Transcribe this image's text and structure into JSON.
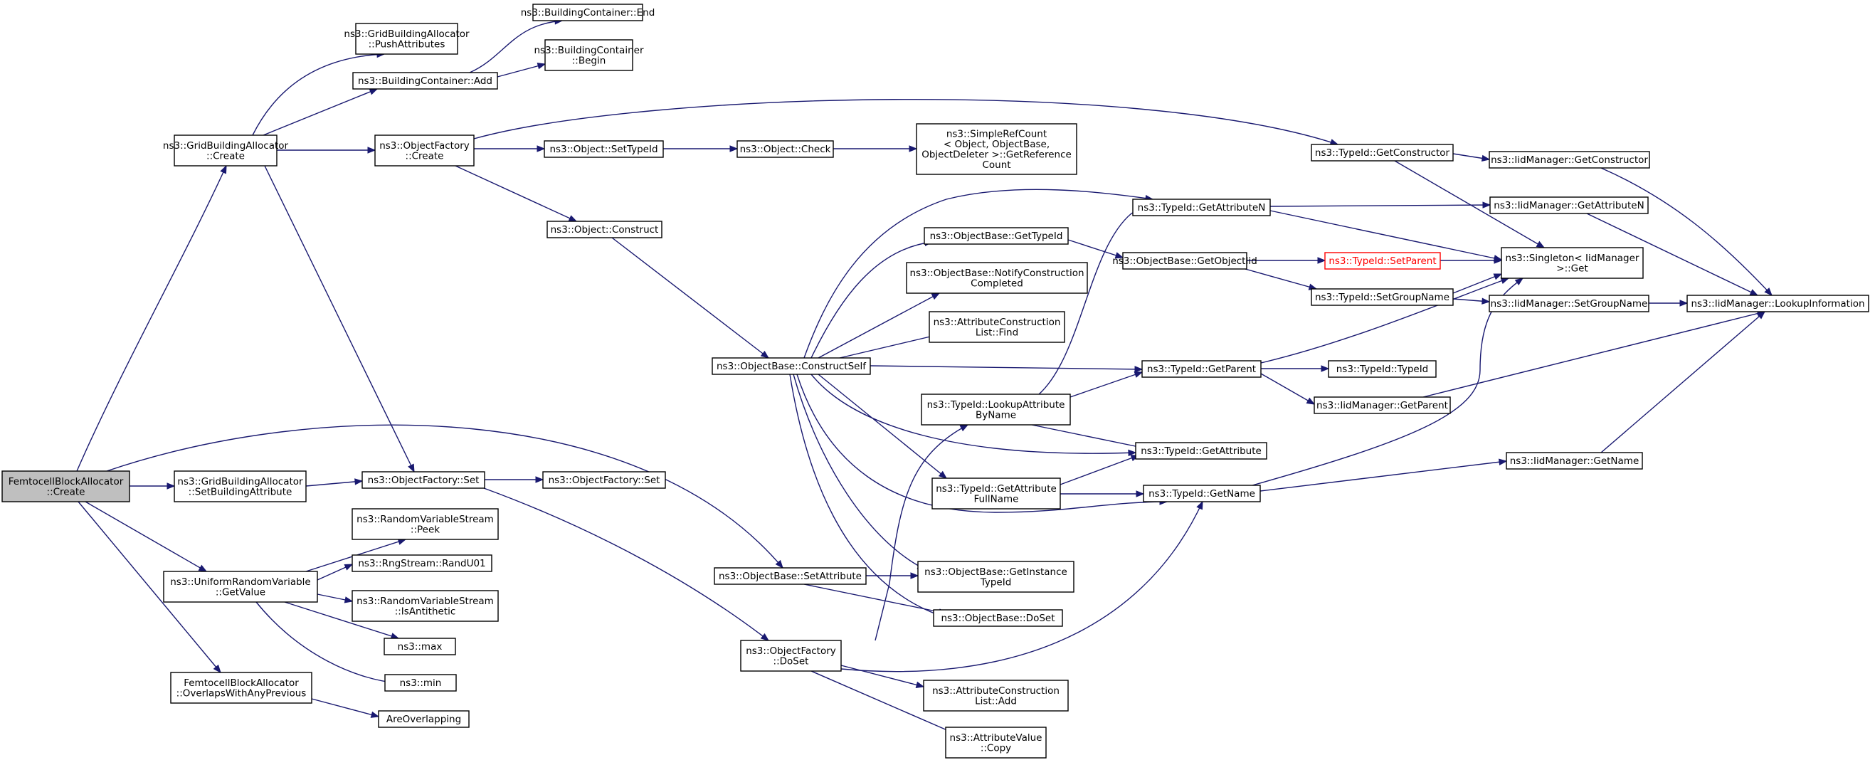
{
  "diagram": {
    "title": "",
    "colors": {
      "edge": "#191970",
      "node_border": "#000000",
      "root_fill": "#bfbfbf",
      "warning": "#ff0000",
      "background": "#ffffff"
    },
    "nodes": [
      {
        "id": "root",
        "lines": [
          "FemtocellBlockAllocator",
          "::Create"
        ],
        "style": "root"
      },
      {
        "id": "gba_create",
        "lines": [
          "ns3::GridBuildingAllocator",
          "::Create"
        ]
      },
      {
        "id": "gba_push",
        "lines": [
          "ns3::GridBuildingAllocator",
          "::PushAttributes"
        ]
      },
      {
        "id": "bc_add",
        "lines": [
          "ns3::BuildingContainer::Add"
        ]
      },
      {
        "id": "bc_end",
        "lines": [
          "ns3::BuildingContainer::End"
        ]
      },
      {
        "id": "bc_begin",
        "lines": [
          "ns3::BuildingContainer",
          "::Begin"
        ]
      },
      {
        "id": "of_create",
        "lines": [
          "ns3::ObjectFactory",
          "::Create"
        ]
      },
      {
        "id": "obj_settid",
        "lines": [
          "ns3::Object::SetTypeId"
        ]
      },
      {
        "id": "obj_check",
        "lines": [
          "ns3::Object::Check"
        ]
      },
      {
        "id": "srefc",
        "lines": [
          "ns3::SimpleRefCount",
          "< Object, ObjectBase,",
          "ObjectDeleter >::GetReference",
          "Count"
        ]
      },
      {
        "id": "obj_construct",
        "lines": [
          "ns3::Object::Construct"
        ]
      },
      {
        "id": "gba_setbattr",
        "lines": [
          "ns3::GridBuildingAllocator",
          "::SetBuildingAttribute"
        ]
      },
      {
        "id": "of_set",
        "lines": [
          "ns3::ObjectFactory::Set"
        ]
      },
      {
        "id": "of_set2",
        "lines": [
          "ns3::ObjectFactory::Set"
        ]
      },
      {
        "id": "urv_getvalue",
        "lines": [
          "ns3::UniformRandomVariable",
          "::GetValue"
        ]
      },
      {
        "id": "rvs_peek",
        "lines": [
          "ns3::RandomVariableStream",
          "::Peek"
        ]
      },
      {
        "id": "rng_randu01",
        "lines": [
          "ns3::RngStream::RandU01"
        ]
      },
      {
        "id": "rvs_isanti",
        "lines": [
          "ns3::RandomVariableStream",
          "::IsAntithetic"
        ]
      },
      {
        "id": "max",
        "lines": [
          "ns3::max"
        ]
      },
      {
        "id": "min",
        "lines": [
          "ns3::min"
        ]
      },
      {
        "id": "fba_overlaps",
        "lines": [
          "FemtocellBlockAllocator",
          "::OverlapsWithAnyPrevious"
        ]
      },
      {
        "id": "areoverlapping",
        "lines": [
          "AreOverlapping"
        ]
      },
      {
        "id": "ob_constructself",
        "lines": [
          "ns3::ObjectBase::ConstructSelf"
        ]
      },
      {
        "id": "ob_setattribute",
        "lines": [
          "ns3::ObjectBase::SetAttribute"
        ]
      },
      {
        "id": "of_doset",
        "lines": [
          "ns3::ObjectFactory",
          "::DoSet"
        ]
      },
      {
        "id": "ob_gettypeid",
        "lines": [
          "ns3::ObjectBase::GetTypeId"
        ]
      },
      {
        "id": "ob_notify",
        "lines": [
          "ns3::ObjectBase::NotifyConstruction",
          "Completed"
        ]
      },
      {
        "id": "acl_find",
        "lines": [
          "ns3::AttributeConstruction",
          "List::Find"
        ]
      },
      {
        "id": "tid_lookupattr",
        "lines": [
          "ns3::TypeId::LookupAttribute",
          "ByName"
        ]
      },
      {
        "id": "tid_getattrfull",
        "lines": [
          "ns3::TypeId::GetAttribute",
          "FullName"
        ]
      },
      {
        "id": "ob_getinsttid",
        "lines": [
          "ns3::ObjectBase::GetInstance",
          "TypeId"
        ]
      },
      {
        "id": "ob_doset",
        "lines": [
          "ns3::ObjectBase::DoSet"
        ]
      },
      {
        "id": "acl_add",
        "lines": [
          "ns3::AttributeConstruction",
          "List::Add"
        ]
      },
      {
        "id": "av_copy",
        "lines": [
          "ns3::AttributeValue",
          "::Copy"
        ]
      },
      {
        "id": "tid_getattrn",
        "lines": [
          "ns3::TypeId::GetAttributeN"
        ]
      },
      {
        "id": "ob_getobjtid",
        "lines": [
          "ns3::ObjectBase::GetObjectIid"
        ]
      },
      {
        "id": "tid_getparent",
        "lines": [
          "ns3::TypeId::GetParent"
        ]
      },
      {
        "id": "tid_getattribute",
        "lines": [
          "ns3::TypeId::GetAttribute"
        ]
      },
      {
        "id": "tid_getname",
        "lines": [
          "ns3::TypeId::GetName"
        ]
      },
      {
        "id": "tid_getconstructor",
        "lines": [
          "ns3::TypeId::GetConstructor"
        ]
      },
      {
        "id": "tid_setparent",
        "lines": [
          "ns3::TypeId::SetParent"
        ],
        "style": "red"
      },
      {
        "id": "tid_setgroupname",
        "lines": [
          "ns3::TypeId::SetGroupName"
        ]
      },
      {
        "id": "tid_typeid",
        "lines": [
          "ns3::TypeId::TypeId"
        ]
      },
      {
        "id": "iid_getparent",
        "lines": [
          "ns3::IidManager::GetParent"
        ]
      },
      {
        "id": "iid_getconstructor",
        "lines": [
          "ns3::IidManager::GetConstructor"
        ]
      },
      {
        "id": "iid_getattrn",
        "lines": [
          "ns3::IidManager::GetAttributeN"
        ]
      },
      {
        "id": "singleton_get",
        "lines": [
          "ns3::Singleton< IidManager",
          " >::Get"
        ]
      },
      {
        "id": "iid_setgroupname",
        "lines": [
          "ns3::IidManager::SetGroupName"
        ]
      },
      {
        "id": "iid_lookupinfo",
        "lines": [
          "ns3::IidManager::LookupInformation"
        ]
      },
      {
        "id": "iid_getname",
        "lines": [
          "ns3::IidManager::GetName"
        ]
      }
    ]
  }
}
